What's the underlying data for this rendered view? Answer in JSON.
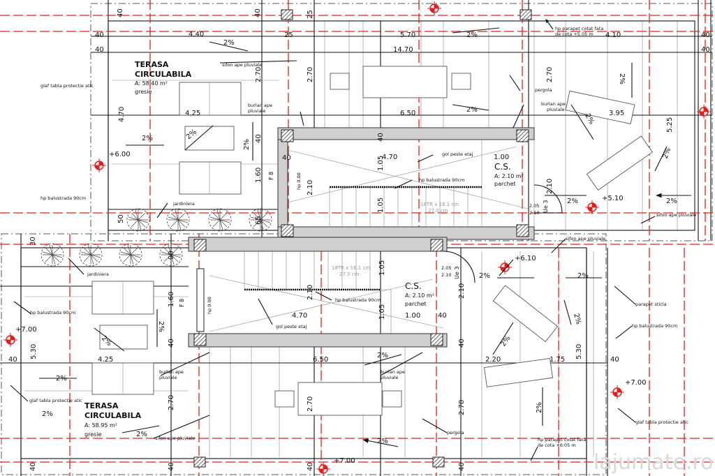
{
  "upper": {
    "room": {
      "name1": "TERASA",
      "name2": "CIRCULABILA",
      "area": "A: 58.40 m²",
      "finish": "gresie"
    },
    "elevation": "+6.00",
    "elevation_right": "+5.10",
    "cs": {
      "name": "C.S.",
      "area": "A: 2.10 m²",
      "finish": "parchet"
    },
    "stairs": {
      "spec": "18TR x 16.1 cm",
      "tread": "27.0 cm"
    },
    "notes": {
      "sifon_left": "sifon ape pluviale",
      "burlan_left_1": "burlan ape",
      "burlan_left_2": "pluviale",
      "jardiniera": "jardiniera",
      "glaf": "glaf tabla protectie atic",
      "balustrada": "hp balustrada 90cm",
      "gol": "gol peste etaj",
      "balustrada_stair": "hp balustrada 90cm",
      "pergola": "pergola",
      "burlan_right_1": "burlan ape",
      "burlan_right_2": "pluviale",
      "parapet_1": "hp parapet cotat fata",
      "parapet_2": "de cota +5.05  m",
      "sifon_right": "sifon ape pluviale",
      "hp0": "hp 0.00",
      "door": "Ue 3",
      "f8": "F 8"
    },
    "dims": {
      "d440": "4.40",
      "d425": "4.25",
      "d470v": "4.70",
      "d270a": "2.70",
      "d270b": "2.70",
      "d160": "1.60",
      "d40a": "40",
      "d40b": "40",
      "d40c": "40",
      "d40d": "40",
      "d40e": "40",
      "d40f": "40",
      "d40g": "40",
      "d40h": "40",
      "d40i": "40",
      "d25a": "25",
      "d25b": "25",
      "d50": "50",
      "d65": "65",
      "d570": "5.70",
      "d1470": "14.70",
      "d650": "6.50",
      "d410": "4.10",
      "d395": "3.95",
      "d525": "5.25",
      "d270c": "2.70",
      "d210a": "2.10",
      "d210b": "2.10",
      "d470": "4.70",
      "d105a": "1.05",
      "d105b": "1.05",
      "d100": "1.00",
      "d205": "2.05",
      "d210c": "2.10"
    },
    "slopes": [
      "2%",
      "2%",
      "2%",
      "2%",
      "2%",
      "2%",
      "2%",
      "2%",
      "2%",
      "2%",
      "2%"
    ]
  },
  "lower": {
    "room": {
      "name1": "TERASA",
      "name2": "CIRCULABILA",
      "area": "A: 58.95 m²",
      "finish": "gresie"
    },
    "elevation_left": "+7.00",
    "elevation_mid": "+7.00",
    "elevation_right": "+7.00",
    "elevation_terrace": "+6.10",
    "cs": {
      "name": "C.S.",
      "area": "A: 2.10 m²",
      "finish": "parchet"
    },
    "stairs": {
      "spec": "18TR x 16.1 cm",
      "tread": "27.0 cm"
    },
    "notes": {
      "jardiniera": "jardiniera",
      "balustrada": "hp balustrada 90cm",
      "glaf": "glaf tabla protectie atic",
      "burlan_1": "burlan ape",
      "burlan_2": "pluviale",
      "sifon": "sifon ape pluviale",
      "gol": "gol peste etaj",
      "balustrada_stair": "hp balustrada 90cm",
      "burlan_r1": "burlan ape",
      "burlan_r2": "pluviale",
      "pergola": "pergola",
      "parapet_1": "hp parapet cotat fata",
      "parapet_2": "de cota +6.05  m",
      "parapet_sticla": "parapet sticla",
      "balustrada_right": "hp balustrada 90cm",
      "glaf_right": "glaf tabla protectie atic",
      "sifon_top": "sifon ape pluviale",
      "hp0": "hp 0.00",
      "door": "Ue 3",
      "f8": "F 8"
    },
    "dims": {
      "d30": "30",
      "d40a": "40",
      "d530": "5.30",
      "d425": "4.25",
      "d160": "1.60",
      "d40b": "40",
      "d270a": "2.70",
      "d40c": "40",
      "d470": "4.70",
      "d100": "1.00",
      "d40d": "40",
      "d650": "6.50",
      "d210a": "2.10",
      "d270b": "2.70",
      "d210b": "2.10",
      "d40e": "40",
      "d270c": "2.70",
      "d205": "2.05",
      "d210c": "2.10",
      "d220": "2.20",
      "d175": "1.75",
      "d530b": "5.30",
      "d40f": "40",
      "d40g": "40",
      "d40h": "40",
      "d40i": "40",
      "d105a": "1.05",
      "d105b": "1.05",
      "d90": "90"
    },
    "slopes": [
      "2%",
      "2%",
      "2%",
      "2%",
      "2%",
      "2%",
      "2%",
      "2%",
      "2%",
      "2%",
      "2%",
      "2%"
    ]
  },
  "watermark": "lajumate.ro",
  "colors": {
    "axis_red": "#e02020",
    "wall_gray": "#cfcfcf",
    "ink": "#111111"
  }
}
